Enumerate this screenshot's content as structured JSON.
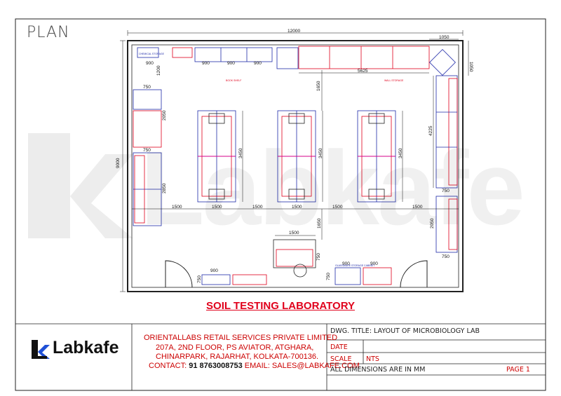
{
  "drawing": {
    "plan_label": "PLAN",
    "watermark": "Labkafe",
    "lab_title": "SOIL TESTING LABORATORY",
    "dimensions": {
      "overall_width": "12000",
      "right_offset": "1050",
      "right_vertical": "1050",
      "top_900_a": "900",
      "top_900_b": "900",
      "top_900_c": "900",
      "top_900_d": "900",
      "top_run": "5625",
      "left_height": "9000",
      "left_top_gap": "1200",
      "left_750_a": "750",
      "left_2050": "2050",
      "left_750_b": "750",
      "left_2850": "2850",
      "center_gap": "1650",
      "island_height_a": "3450",
      "island_height_b": "3450",
      "island_height_c": "3450",
      "bottom_1500_a": "1500",
      "bottom_1500_b": "1500",
      "bottom_1500_c": "1500",
      "bottom_1500_d": "1500",
      "bottom_1500_e": "1500",
      "bottom_1500_f": "1500",
      "right_4225": "4225",
      "right_750_a": "750",
      "right_2050": "2050",
      "right_750_b": "750",
      "below_islands": "1650",
      "desk_width": "1500",
      "desk_750": "750",
      "bottom_left_900": "900",
      "bottom_left_750": "750",
      "bottom_mid_900_a": "900",
      "bottom_mid_900_b": "900",
      "bottom_mid_750": "750"
    },
    "notes": {
      "top_left_box": "CHEMICAL STORAGE",
      "wall_note": "WALL STORAGE",
      "shelf_note": "BOOK SHELF",
      "mid_note": "GLASSWARE STORAGE CABINET"
    }
  },
  "title_block": {
    "company": "ORIENTALLABS RETAIL SERVICES PRIVATE LIMITED",
    "address_1": "207A, 2ND FLOOR, PS AVIATOR, ATGHARA,",
    "address_2": "CHINARPARK, RAJARHAT, KOLKATA-700136.",
    "contact_prefix": "CONTACT:",
    "phone": "91 8763008753",
    "email": "EMAIL: SALES@LABKAFE.COM",
    "logo_text": "Labkafe",
    "dwg_title": "DWG. TITLE: LAYOUT OF MICROBIOLOGY LAB",
    "date_label": "DATE",
    "scale_label": "SCALE",
    "scale_value": "NTS",
    "dims_note": "ALL DIMENSIONS ARE IN MM",
    "page": "PAGE 1"
  },
  "colors": {
    "wall": "#222222",
    "furniture_blue": "#1f2aa8",
    "furniture_red": "#e0001b",
    "accent_magenta": "#d6008a",
    "dimension": "#111111"
  }
}
